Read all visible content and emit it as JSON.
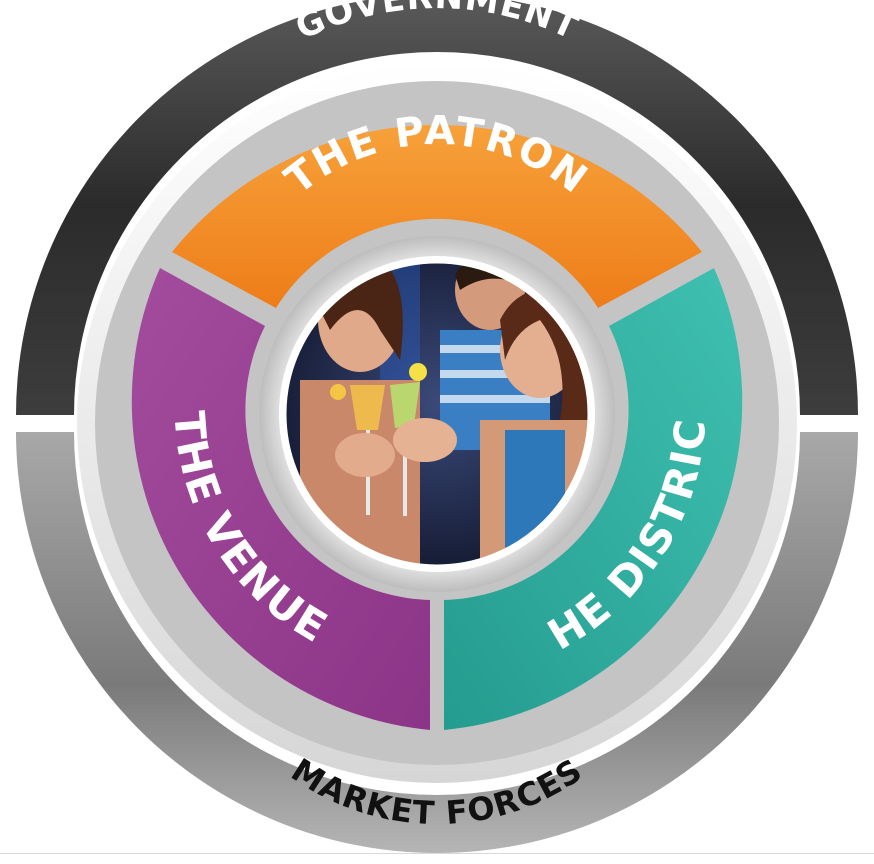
{
  "diagram": {
    "outer_ring": {
      "top_label": "GOVERNMENT",
      "bottom_label": "MARKET FORCES"
    },
    "segments": {
      "top": {
        "label": "THE PATRON",
        "color": "#f28a1e"
      },
      "left": {
        "label": "THE VENUE",
        "color": "#9b3f95"
      },
      "right": {
        "label": "THE DISTRICT",
        "color": "#2fb3a4"
      }
    },
    "center_photo": {
      "icon": "people-toasting-drinks-photo"
    },
    "colors": {
      "ring_top": "#3a3a3a",
      "ring_bottom": "#8c8c8c",
      "divider": "#c8c8c8"
    }
  }
}
